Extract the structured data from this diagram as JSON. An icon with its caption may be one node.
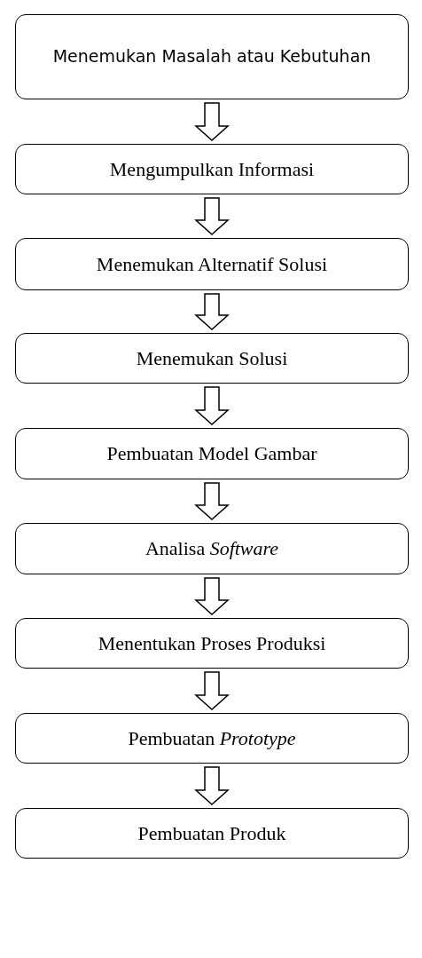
{
  "diagram": {
    "nodes": [
      {
        "text": [
          "Menemukan Masalah atau Kebutuhan"
        ]
      },
      {
        "text": [
          "Mengumpulkan Informasi"
        ]
      },
      {
        "text": [
          "Menemukan Alternatif Solusi"
        ]
      },
      {
        "text": [
          "Menemukan Solusi"
        ]
      },
      {
        "text": [
          "Pembuatan Model Gambar"
        ]
      },
      {
        "text": [
          "Analisa *Software*"
        ]
      },
      {
        "text": [
          "Menentukan Proses Produksi"
        ]
      },
      {
        "text": [
          "Pembuatan *Prototype*"
        ]
      },
      {
        "text": [
          "Pembuatan Produk"
        ]
      }
    ],
    "edges": [
      {
        "from": 0,
        "to": 1,
        "arrow": "to"
      },
      {
        "from": 1,
        "to": 2,
        "arrow": "to"
      },
      {
        "from": 2,
        "to": 3,
        "arrow": "to"
      },
      {
        "from": 3,
        "to": 4,
        "arrow": "to"
      },
      {
        "from": 4,
        "to": 5,
        "arrow": "to"
      },
      {
        "from": 5,
        "to": 6,
        "arrow": "to"
      },
      {
        "from": 6,
        "to": 7,
        "arrow": "to"
      },
      {
        "from": 7,
        "to": 8,
        "arrow": "to"
      }
    ]
  }
}
